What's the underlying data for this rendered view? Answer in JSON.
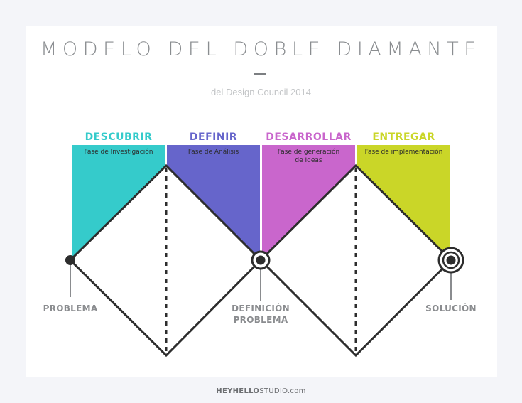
{
  "header": {
    "title": "MODELO DEL DOBLE DIAMANTE",
    "subtitle": "del Design Council 2014"
  },
  "phases": [
    {
      "title": "DESCUBRIR",
      "subtitle": "Fase de Investigación",
      "color": "#35cbcb"
    },
    {
      "title": "DEFINIR",
      "subtitle": "Fase de Análisis",
      "color": "#6665cb"
    },
    {
      "title": "DESARROLLAR",
      "subtitle": "Fase de generación",
      "subtitle2": "de Ideas",
      "color": "#c966cc"
    },
    {
      "title": "ENTREGAR",
      "subtitle": "Fase de implementación",
      "color": "#cad628"
    }
  ],
  "milestones": {
    "start": "PROBLEMA",
    "middle_line1": "DEFINICIÓN",
    "middle_line2": "PROBLEMA",
    "end": "SOLUCIÓN"
  },
  "footer": {
    "brand_bold": "HEYHELLO",
    "brand_light": "STUDIO",
    "brand_suffix": ".com"
  },
  "colors": {
    "line": "#2d2d2d",
    "milestone_text": "#8a8c8f",
    "background": "#f4f5f9"
  }
}
